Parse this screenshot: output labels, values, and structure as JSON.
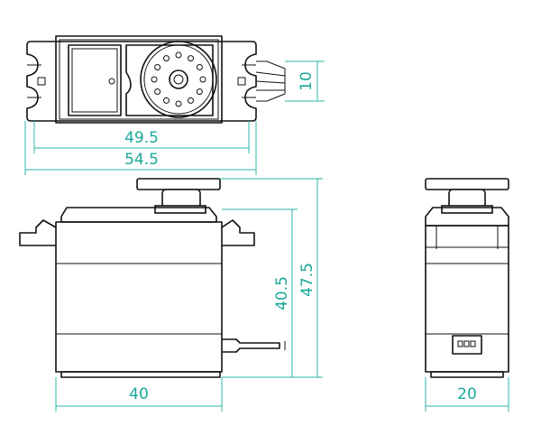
{
  "colors": {
    "line": "#111111",
    "dimension": "#2bb5a8",
    "dimension_text": "#1aa89a",
    "background": "#ffffff"
  },
  "dimensions": {
    "inner_mount_width": "49.5",
    "overall_width": "54.5",
    "cable_height": "10",
    "body_height": "40.5",
    "overall_height": "47.5",
    "body_width": "40",
    "body_depth": "20"
  }
}
